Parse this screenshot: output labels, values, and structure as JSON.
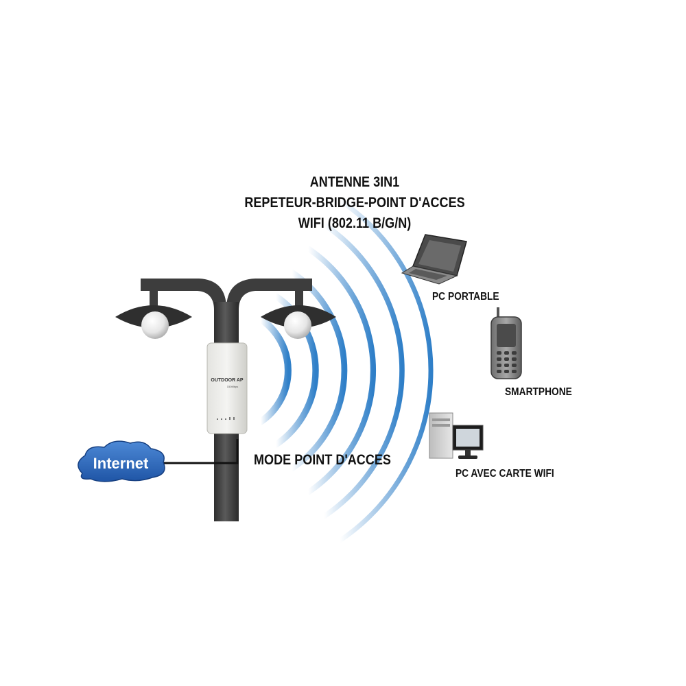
{
  "title_lines": [
    "ANTENNE 3IN1",
    "REPETEUR-BRIDGE-POINT D'ACCES",
    "WIFI (802.11 B/G/N)"
  ],
  "ap_device": {
    "name": "OUTDOOR AP",
    "speed": "150Mbps"
  },
  "internet_label": "Internet",
  "mode_label": "MODE POINT D'ACCES",
  "devices": [
    {
      "label": "PC PORTABLE",
      "icon": "laptop-icon"
    },
    {
      "label": "SMARTPHONE",
      "icon": "phone-icon"
    },
    {
      "label": "PC AVEC CARTE WIFI",
      "icon": "desktop-pc-icon"
    }
  ],
  "colors": {
    "wave": "#2f7fc8",
    "pole": "#3b3b3b",
    "cloud": "#2a63b5"
  }
}
